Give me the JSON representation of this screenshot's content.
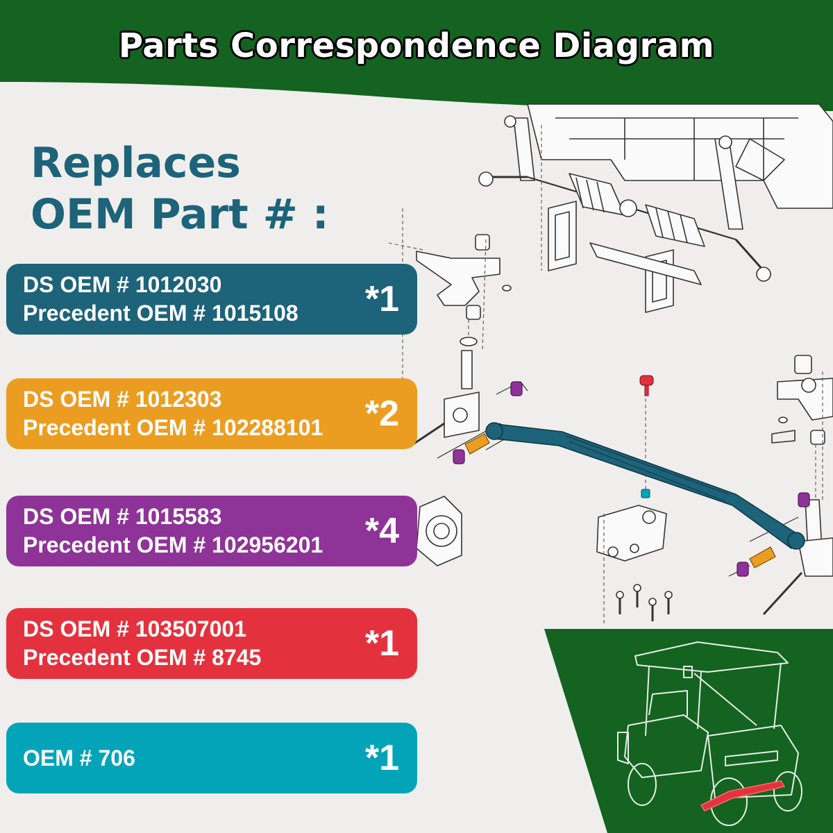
{
  "title": "Parts Correspondence Diagram",
  "heading": {
    "line1": "Replaces",
    "line2": "OEM Part # :"
  },
  "colors": {
    "header_green": "#146320",
    "heading_teal": "#1d6379",
    "background": "#efeeec"
  },
  "parts": [
    {
      "ds": "DS OEM # 1012030",
      "precedent": "Precedent OEM # 1015108",
      "qty": "*1",
      "color": "#1d6379"
    },
    {
      "ds": "DS OEM # 1012303",
      "precedent": "Precedent OEM # 102288101",
      "qty": "*2",
      "color": "#eb9d22"
    },
    {
      "ds": "DS OEM # 1015583",
      "precedent": "Precedent OEM # 102956201",
      "qty": "*4",
      "color": "#8e3397"
    },
    {
      "ds": "DS OEM # 103507001",
      "precedent": "Precedent OEM # 8745",
      "qty": "*1",
      "color": "#e3323e"
    },
    {
      "label": "OEM # 706",
      "qty": "*1",
      "color": "#04a4b8"
    }
  ],
  "highlight_colors": {
    "leaf_spring": "#1d6379",
    "bushing_sleeve": "#eb9d22",
    "bushing": "#8e3397",
    "bolt": "#e3323e",
    "grease_fitting": "#04a4b8"
  }
}
